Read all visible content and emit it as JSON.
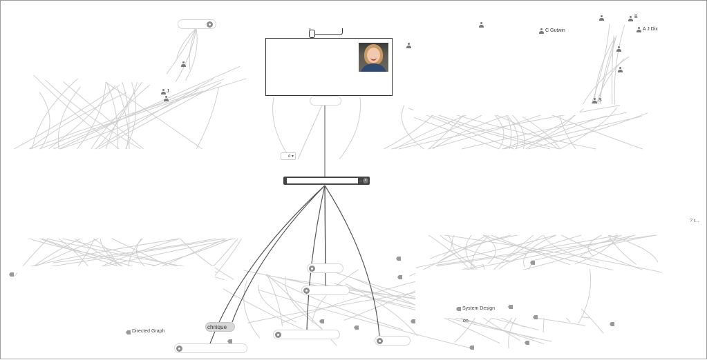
{
  "people": [
    {
      "label": "C Gutwin",
      "icon": "person-icon"
    },
    {
      "label": "A J Dix",
      "icon": "person-icon"
    },
    {
      "label": "S",
      "icon": "person-icon"
    },
    {
      "label": "J",
      "icon": "person-icon"
    },
    {
      "label": "B",
      "icon": "person-icon"
    }
  ],
  "tags": [
    {
      "label": "Directed Graph",
      "icon": "tag-icon"
    },
    {
      "label": "chnique",
      "icon": "tag-icon"
    },
    {
      "label": "System Design",
      "icon": "tag-icon"
    },
    {
      "label": "on",
      "icon": "tag-icon"
    }
  ],
  "search": {
    "value": "",
    "dots": "..",
    "close": "×"
  },
  "select": {
    "value": "d"
  },
  "corner": {
    "label": "? r..."
  },
  "colors": {
    "edge": "#cfcfcf",
    "edge_dark": "#555555",
    "border": "#333333"
  }
}
